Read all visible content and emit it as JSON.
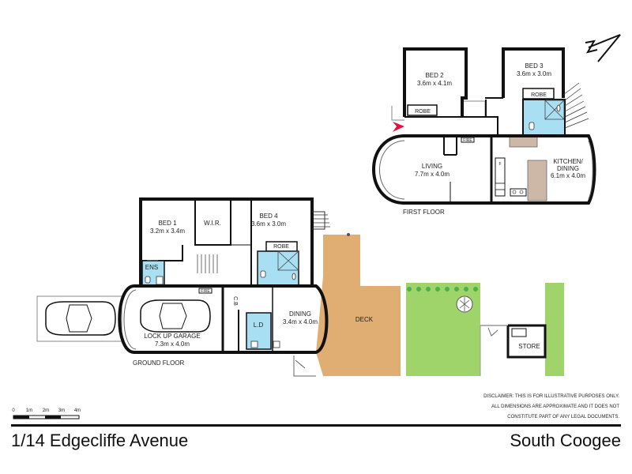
{
  "rooms": {
    "bed2": {
      "name": "BED 2",
      "dims": "3.6m x 4.1m"
    },
    "bed3": {
      "name": "BED 3",
      "dims": "3.6m x 3.0m"
    },
    "robe_bed2": "ROBE",
    "robe_bed3": "ROBE",
    "living": {
      "name": "LIVING",
      "dims": "7.7m x 4.0m"
    },
    "kitchen": {
      "name": "KITCHEN/",
      "name2": "DINING",
      "dims": "6.1m x 4.0m"
    },
    "bed1": {
      "name": "BED 1",
      "dims": "3.2m x 3.4m"
    },
    "wir": "W.I.R.",
    "bed4": {
      "name": "BED 4",
      "dims": "3.6m x 3.0m"
    },
    "robe_bed4": "ROBE",
    "ens": "ENS",
    "garage": {
      "name": "LOCK UP GARAGE",
      "dims": "7.3m x 4.0m"
    },
    "cb": "C.B",
    "ld": "L.D",
    "dining": {
      "name": "DINING",
      "dims": "3.4m x 4.0m"
    },
    "deck": "DECK",
    "store": "STORE",
    "fire_first": "FIRE",
    "fire_ground": "FIRE",
    "f_mark": "F"
  },
  "floor_labels": {
    "first": "FIRST FLOOR",
    "ground": "GROUND FLOOR"
  },
  "scale": {
    "ticks": [
      "0",
      "1m",
      "2m",
      "3m",
      "4m"
    ]
  },
  "disclaimer": [
    "DISCLAIMER: THIS IS FOR ILLUSTRATIVE PURPOSES ONLY.",
    "ALL DIMENSIONS ARE APPROXIMATE AND IT DOES NOT",
    "CONSTITUTE PART OF ANY LEGAL DOCUMENTS."
  ],
  "address": "1/14 Edgecliffe Avenue",
  "suburb": "South Coogee",
  "compass_icon": "north-arrow-icon",
  "colors": {
    "wall": "#111111",
    "deck": "#e0ad72",
    "lawn": "#9fd46a",
    "tile": "#a8dff3",
    "entry": "#e4123f",
    "bench": "#cdb8a8"
  }
}
